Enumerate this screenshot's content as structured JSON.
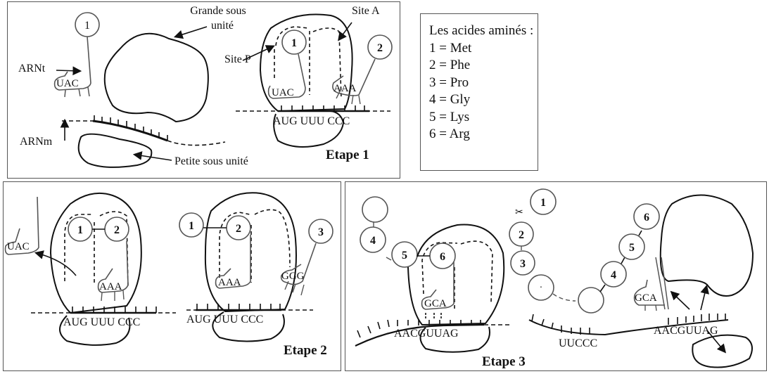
{
  "legend": {
    "title": "Les acides aminés :",
    "items": [
      "1 = Met",
      "2 = Phe",
      "3 = Pro",
      "4 = Gly",
      "5 = Lys",
      "6 = Arg"
    ]
  },
  "etape1": {
    "title": "Etape 1",
    "labels": {
      "grande_sous_unite_1": "Grande sous",
      "grande_sous_unite_2": "unité",
      "petite_sous_unite": "Petite sous unité",
      "arnt": "ARNt",
      "arnm": "ARNm",
      "site_a": "Site A",
      "site_p": "Site P"
    },
    "free_trna": {
      "aa": "1",
      "anticodon": "UAC"
    },
    "trna_p": {
      "aa": "1",
      "anticodon": "UAC"
    },
    "trna_a": {
      "aa": "2",
      "anticodon": "AAA"
    },
    "mrna": "AUG UUU CCC"
  },
  "etape2": {
    "title": "Etape 2",
    "left": {
      "released_anticodon": "UAC",
      "aa": [
        "1",
        "2"
      ],
      "anticodon": "AAA",
      "mrna": "AUG UUU CCC"
    },
    "right": {
      "aa": [
        "1",
        "2",
        "3"
      ],
      "anticodon_p": "AAA",
      "anticodon_a": "GGG",
      "mrna": "AUG UUU CCC"
    }
  },
  "etape3": {
    "title": "Etape 3",
    "left": {
      "chain": [
        "",
        "4",
        "5",
        "6"
      ],
      "anticodon": "GCA",
      "mrna": "AACGUUAG"
    },
    "right": {
      "chain_a": [
        "1",
        "2",
        "3",
        "·"
      ],
      "chain_b": [
        "",
        "4",
        "5",
        "6"
      ],
      "anticodon": "GCA",
      "mrna_1": "UUCCC",
      "mrna_2": "AACGUUAG"
    }
  }
}
